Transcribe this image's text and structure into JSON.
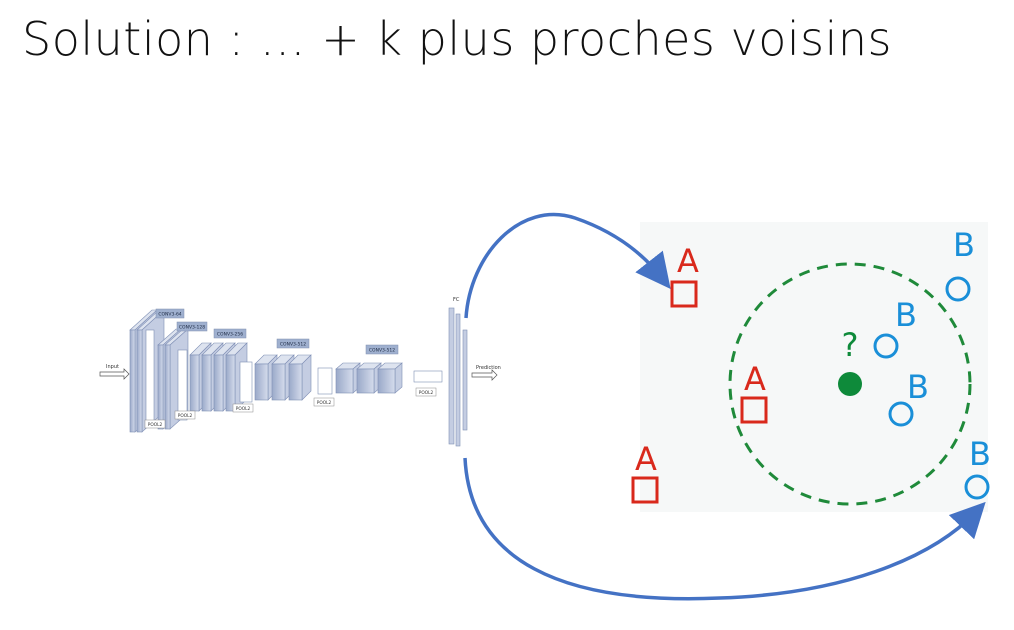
{
  "slide": {
    "title": "Solution : … + k plus proches voisins"
  },
  "network": {
    "input_label": "Input",
    "output_label": "Prediction",
    "fc_label": "FC",
    "conv_labels": [
      "CONV3-64",
      "CONV3-128",
      "CONV3-256",
      "CONV3-512",
      "CONV3-512"
    ],
    "pool_label": "POOL2"
  },
  "knn": {
    "query_label": "?",
    "points": [
      {
        "class": "A",
        "shape": "square"
      },
      {
        "class": "A",
        "shape": "square"
      },
      {
        "class": "A",
        "shape": "square"
      },
      {
        "class": "B",
        "shape": "circle"
      },
      {
        "class": "B",
        "shape": "circle"
      },
      {
        "class": "B",
        "shape": "circle"
      },
      {
        "class": "B",
        "shape": "circle"
      }
    ]
  },
  "colors": {
    "class_a": "#d9291c",
    "class_b": "#1a8fd8",
    "query": "#0e8a3a",
    "neighborhood": "#1f8a3a",
    "arrow": "#4472c4",
    "layer_fill": "#b7c3dc",
    "layer_stroke": "#7f8fb5"
  }
}
